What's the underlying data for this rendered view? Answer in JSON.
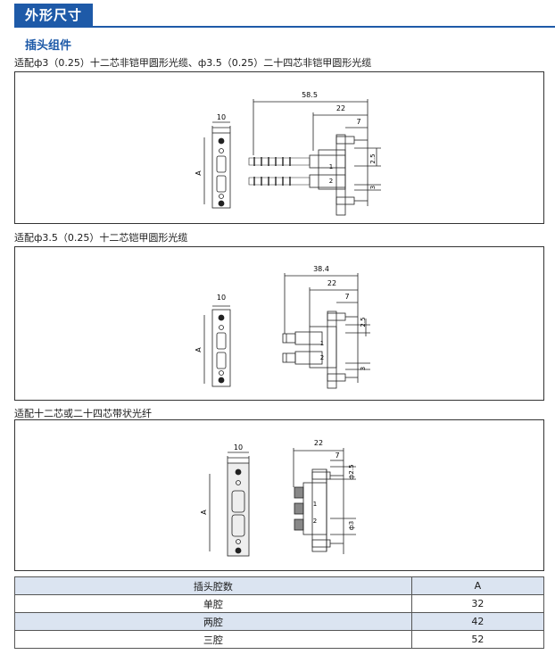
{
  "section_title": "外形尺寸",
  "sub_title": "插头组件",
  "figures": [
    {
      "caption": "适配ф3（0.25）十二芯非铠甲圆形光缆、ф3.5（0.25）二十四芯非铠甲圆形光缆",
      "dims": {
        "width": "10",
        "height": "A",
        "total": "58.5",
        "body": "22",
        "flange": "7",
        "pin": "2.5",
        "hole": "3"
      }
    },
    {
      "caption": "适配ф3.5（0.25）十二芯铠甲圆形光缆",
      "dims": {
        "width": "10",
        "height": "A",
        "total": "38.4",
        "body": "22",
        "flange": "7",
        "pin": "2.5",
        "hole": "3"
      }
    },
    {
      "caption": "适配十二芯或二十四芯带状光纤",
      "dims": {
        "width": "10",
        "height": "A",
        "body": "22",
        "flange": "7",
        "pin": "ф2.5",
        "hole": "ф3"
      }
    }
  ],
  "port_labels": [
    "1",
    "2"
  ],
  "table": {
    "headers": [
      "插头腔数",
      "A"
    ],
    "rows": [
      [
        "单腔",
        "32"
      ],
      [
        "两腔",
        "42"
      ],
      [
        "三腔",
        "52"
      ]
    ]
  },
  "colors": {
    "accent": "#1e5aa8",
    "table_header": "#dbe4f1"
  }
}
